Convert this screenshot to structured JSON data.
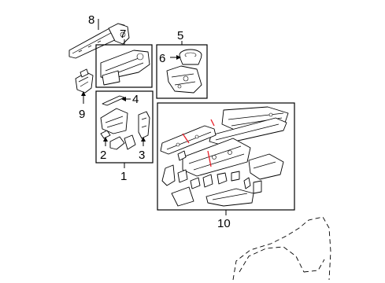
{
  "callouts": {
    "c1": "1",
    "c2": "2",
    "c3": "3",
    "c4": "4",
    "c5": "5",
    "c6": "6",
    "c7": "7",
    "c8": "8",
    "c9": "9",
    "c10": "10"
  },
  "colors": {
    "line": "#000000",
    "highlight": "#e8202a",
    "background": "#ffffff"
  }
}
